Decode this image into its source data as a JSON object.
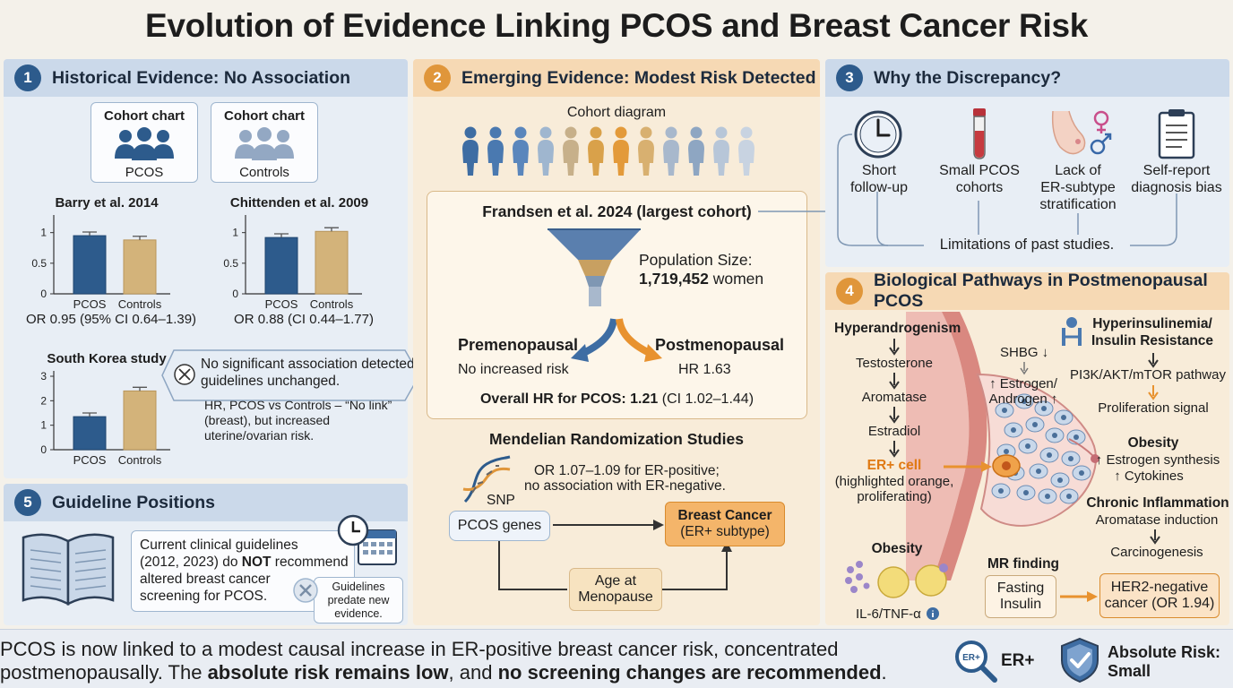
{
  "title": "Evolution of Evidence Linking PCOS and Breast Cancer Risk",
  "colors": {
    "blue": "#2d5b8c",
    "tan": "#d3b37a",
    "orange": "#e0963a",
    "navy": "#1c2a3c"
  },
  "panel1": {
    "number": "1",
    "heading": "Historical Evidence: No Association",
    "cohort_cards": [
      {
        "title": "Cohort chart",
        "label": "PCOS"
      },
      {
        "title": "Cohort chart",
        "label": "Controls"
      }
    ],
    "studies": [
      {
        "name": "Barry et al. 2014",
        "result": "OR 0.95 (95% CI 0.64–1.39)"
      },
      {
        "name": "Chittenden et al. 2009",
        "result": "OR 0.88 (CI 0.44–1.77)"
      },
      {
        "name": "South Korea study",
        "result": ""
      }
    ],
    "callout": "No significant association detected; guidelines unchanged.",
    "south_korea_note": "HR, PCOS vs Controls – “No link” (breast), but increased uterine/ovarian risk."
  },
  "chart_data": [
    {
      "type": "bar",
      "title": "Barry et al. 2014",
      "categories": [
        "PCOS",
        "Controls"
      ],
      "values": [
        0.95,
        0.88
      ],
      "ylim": [
        0,
        1.2
      ],
      "yticks": [
        "0",
        "0.5",
        "1"
      ]
    },
    {
      "type": "bar",
      "title": "Chittenden et al. 2009",
      "categories": [
        "PCOS",
        "Controls"
      ],
      "values": [
        0.92,
        1.02
      ],
      "ylim": [
        0,
        1.2
      ],
      "yticks": [
        "0",
        "0.5",
        "1"
      ]
    },
    {
      "type": "bar",
      "title": "South Korea study",
      "categories": [
        "PCOS",
        "Controls"
      ],
      "values": [
        1.35,
        2.4
      ],
      "ylim": [
        0,
        3
      ],
      "yticks": [
        "0",
        "1",
        "2",
        "3"
      ]
    }
  ],
  "panel2": {
    "number": "2",
    "heading": "Emerging Evidence: Modest Risk Detected",
    "cohort_label": "Cohort diagram",
    "study": "Frandsen et al. 2024 (largest cohort)",
    "pop_label": "Population Size:",
    "pop_value": "1,719,452",
    "pop_unit": "women",
    "pre_label": "Premenopausal",
    "pre_value": "No increased risk",
    "post_label": "Postmenopausal",
    "post_value": "HR 1.63",
    "overall_label": "Overall HR for PCOS: 1.21",
    "overall_ci": "(CI 1.02–1.44)",
    "mr_title": "Mendelian Randomization Studies",
    "mr_result1": "OR 1.07–1.09 for ER-positive;",
    "mr_result2": "no association with ER-negative.",
    "snp": "SNP",
    "genes": "PCOS genes",
    "outcome1": "Breast Cancer",
    "outcome2": "(ER+ subtype)",
    "mediator1": "Age at",
    "mediator2": "Menopause"
  },
  "panel3": {
    "number": "3",
    "heading": "Why the Discrepancy?",
    "items": [
      {
        "icon": "clock-icon",
        "line1": "Short",
        "line2": "follow-up",
        "line3": ""
      },
      {
        "icon": "blood-tube-icon",
        "line1": "Small PCOS",
        "line2": "cohorts",
        "line3": ""
      },
      {
        "icon": "breast-gender-icon",
        "line1": "Lack of",
        "line2": "ER-subtype",
        "line3": "stratification"
      },
      {
        "icon": "clipboard-icon",
        "line1": "Self-report",
        "line2": "diagnosis bias",
        "line3": ""
      }
    ],
    "summary": "Limitations of past studies."
  },
  "panel4": {
    "number": "4",
    "heading": "Biological Pathways in Postmenopausal PCOS",
    "hyperandrogenism": "Hyperandrogenism",
    "testosterone": "Testosterone",
    "aromatase": "Aromatase",
    "estradiol": "Estradiol",
    "er_cell": "ER+ cell",
    "er_cell_note1": "(highlighted orange,",
    "er_cell_note2": "proliferating)",
    "shbg": "SHBG ↓",
    "estrogen_androgen1": "↑ Estrogen/",
    "estrogen_androgen2": "Androgen ↑",
    "hyperinsulinemia1": "Hyperinsulinemia/",
    "hyperinsulinemia2": "Insulin Resistance",
    "pi3k": "PI3K/AKT/mTOR pathway",
    "proliferation": "Proliferation signal",
    "obesity_r": "Obesity",
    "estrogen_synth": "↑ Estrogen synthesis",
    "cytokines": "↑ Cytokines",
    "inflammation": "Chronic Inflammation",
    "aromatase_induction": "Aromatase induction",
    "carcinogenesis": "Carcinogenesis",
    "obesity_l": "Obesity",
    "il6": "IL-6/TNF-α",
    "mr_finding": "MR finding",
    "fasting1": "Fasting",
    "fasting2": "Insulin",
    "her2_1": "HER2-negative",
    "her2_2": "cancer (OR 1.94)"
  },
  "panel5": {
    "number": "5",
    "heading": "Guideline Positions",
    "text1": "Current clinical guidelines",
    "text2a": "(2012, 2023) do ",
    "text2b": "NOT",
    "text2c": " recommend",
    "text3": "altered breast cancer",
    "text4": "screening for PCOS.",
    "badge1": "Guidelines",
    "badge2": "predate new",
    "badge3": "evidence."
  },
  "footer": {
    "line1": "PCOS is now linked to a modest causal increase in ER-positive breast cancer risk, concentrated",
    "line2a": "postmenopausally. The ",
    "line2b": "absolute risk remains low",
    "line2c": ", and ",
    "line2d": "no screening changes are recommended",
    "line2e": ".",
    "er_label": "ER+",
    "er_icon_text": "ER+",
    "abs1": "Absolute Risk:",
    "abs2": "Small"
  }
}
